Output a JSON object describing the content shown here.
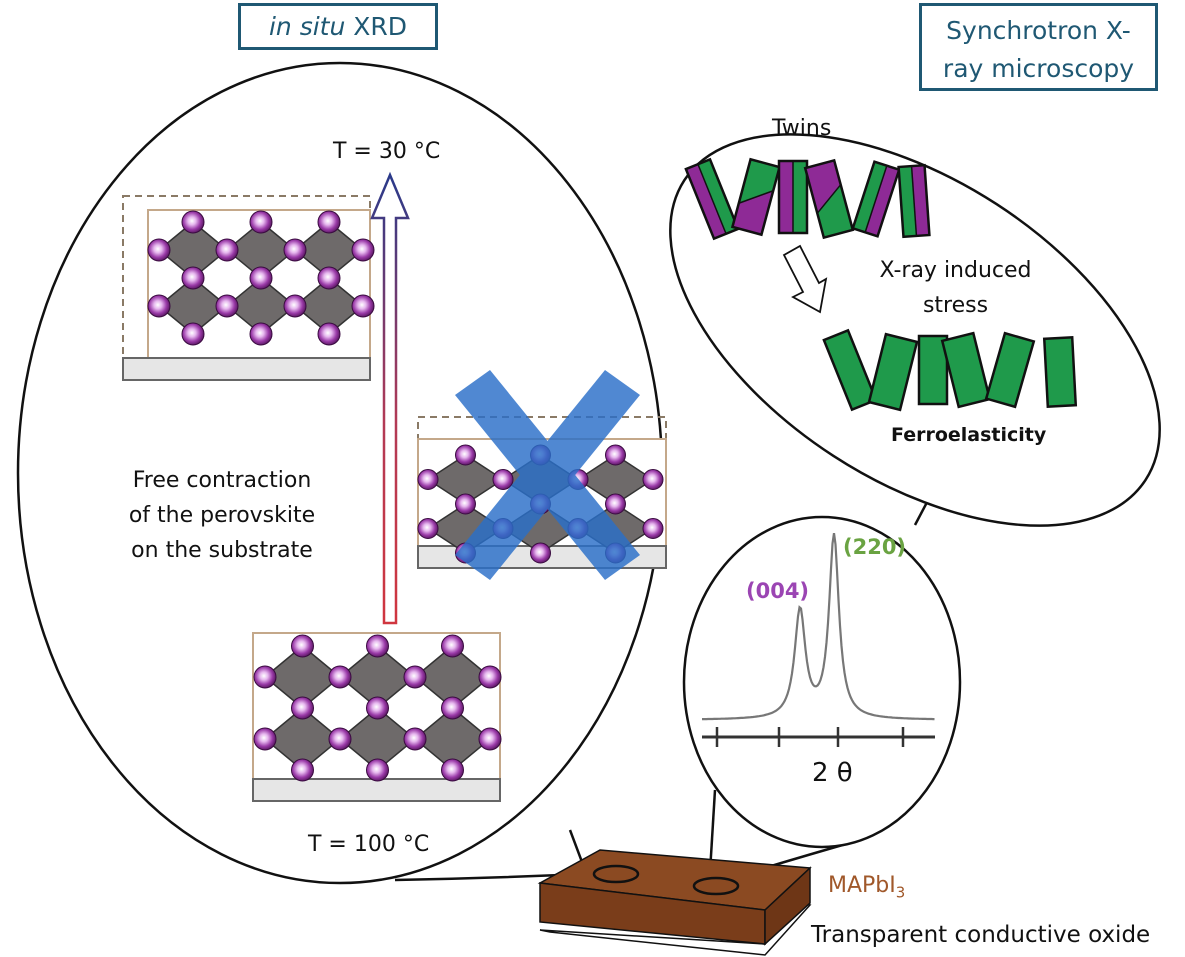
{
  "figure": {
    "left_panel": {
      "title_italic": "in situ",
      "title_rest": " XRD",
      "temp_top": "T = 30 °C",
      "temp_bottom": "T = 100 °C",
      "contraction_text": [
        "Free contraction",
        "of the perovskite",
        "on the substrate"
      ],
      "structures": [
        {
          "name": "contracted-free",
          "crossed_out": false
        },
        {
          "name": "contracted-clamped",
          "crossed_out": true
        },
        {
          "name": "expanded-hot",
          "crossed_out": false
        }
      ],
      "arrow_gradient": [
        "#d0363f",
        "#2a3a8a"
      ]
    },
    "right_panel": {
      "title_line1": "Synchrotron X-",
      "title_line2": "ray microscopy",
      "twins_label": "Twins",
      "stress_label_line1": "X-ray induced",
      "stress_label_line2": "stress",
      "result_label": "Ferroelasticity",
      "twin_domain_count": 6,
      "single_domain_count": 6
    },
    "xrd_inset": {
      "peak_left_label": "(004)",
      "peak_right_label": "(220)",
      "axis_label": "2 θ",
      "peak_left_color": "#9b45b3",
      "peak_right_color": "#6aa342"
    },
    "sample": {
      "layer_top_label": "MAPbI",
      "layer_top_subscript": "3",
      "layer_bottom_label": "Transparent conductive oxide",
      "layer_top_color": "#8a4a25"
    },
    "colors": {
      "title_box": "#1f5873",
      "octahedron": "#6e6a6a",
      "iodide_atom": "#8a2a92",
      "twin_green": "#1f9a4b",
      "twin_purple": "#8e2a96",
      "cross": "#2a6fc9"
    }
  }
}
